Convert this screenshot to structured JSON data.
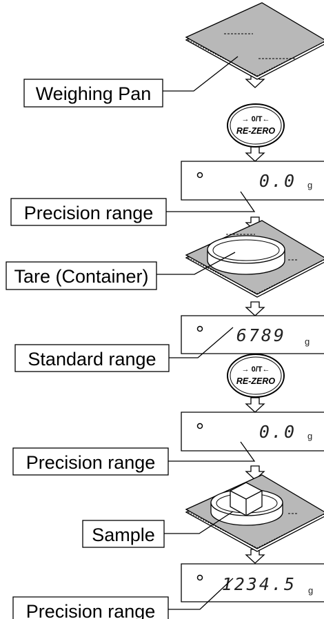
{
  "labels": {
    "weighing_pan": "Weighing Pan",
    "precision_range_1": "Precision range",
    "tare_container": "Tare (Container)",
    "standard_range": "Standard range",
    "precision_range_2": "Precision range",
    "sample": "Sample",
    "precision_range_3": "Precision range"
  },
  "buttons": {
    "rezero_1": {
      "top": "→ 0/T←",
      "bottom": "RE-ZERO"
    },
    "rezero_2": {
      "top": "→ 0/T←",
      "bottom": "RE-ZERO"
    }
  },
  "displays": {
    "display_1": {
      "value": "0.0",
      "unit": "g"
    },
    "display_2": {
      "value": "6789",
      "unit": "g"
    },
    "display_3": {
      "value": "0.0",
      "unit": "g"
    },
    "display_4": {
      "value": "1234.5",
      "unit": "g"
    }
  },
  "colors": {
    "pan_fill": "#b8b8b8",
    "stroke": "#000000",
    "background": "#ffffff"
  }
}
